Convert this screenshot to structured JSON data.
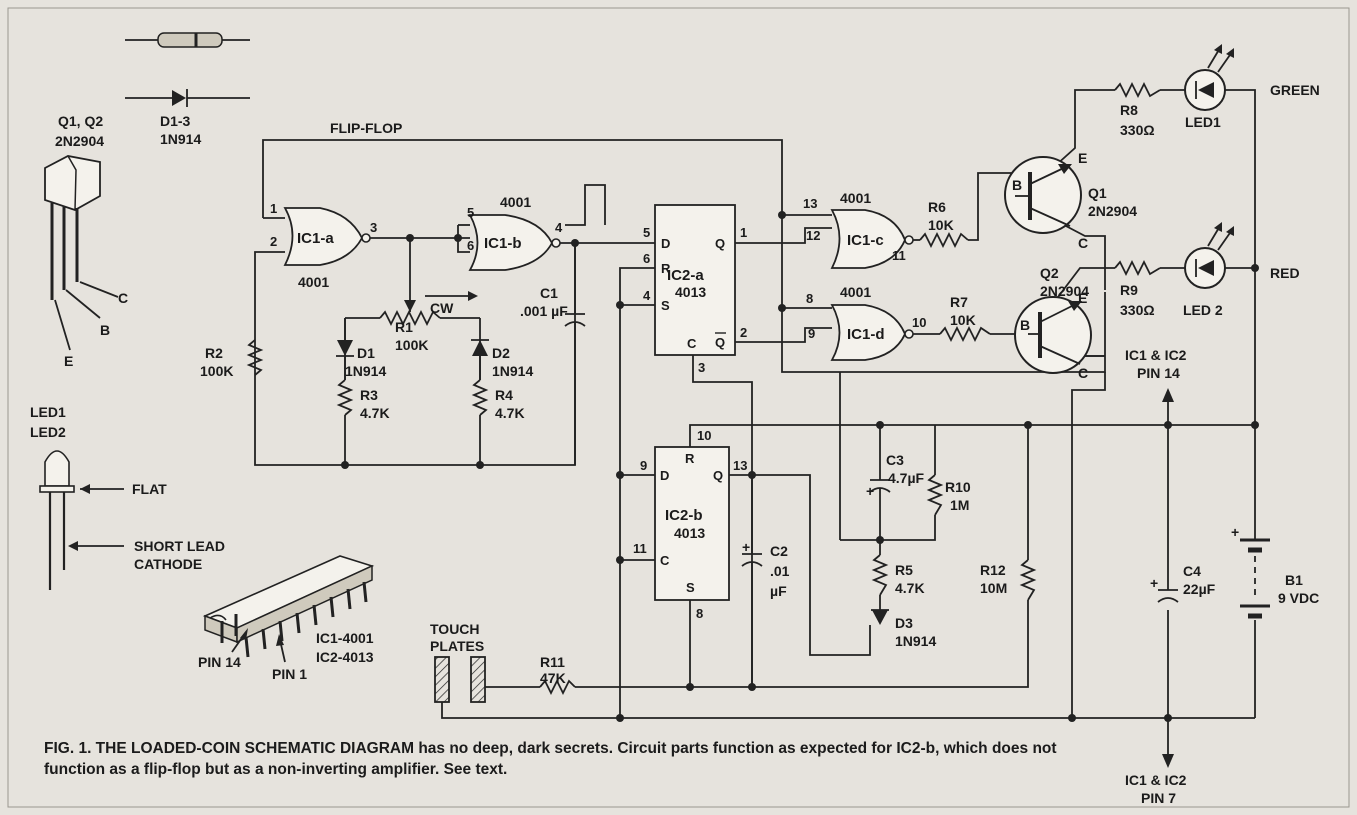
{
  "caption": {
    "lead": "FIG. 1. THE LOADED-COIN SCHEMATIC DIAGRAM",
    "text": "has no deep, dark secrets. Circuit parts function as expected for IC2-b, which does not function as a flip-flop but as a non-inverting amplifier. See text."
  },
  "legend": {
    "transistor_name": "Q1, Q2",
    "transistor_part": "2N2904",
    "diode_name": "D1-3",
    "diode_part": "1N914",
    "pin_e": "E",
    "pin_b": "B",
    "pin_c": "C",
    "led_name1": "LED1",
    "led_name2": "LED2",
    "flat": "FLAT",
    "short_lead": "SHORT LEAD",
    "cathode": "CATHODE",
    "ic_pin14": "PIN 14",
    "ic_pin1": "PIN 1",
    "ic_list1": "IC1-4001",
    "ic_list2": "IC2-4013"
  },
  "labels": {
    "flipflop": "FLIP-FLOP",
    "green": "GREEN",
    "red": "RED",
    "cw": "CW",
    "pwr_top1": "IC1 & IC2",
    "pwr_top2": "PIN 14",
    "pwr_bot1": "IC1 & IC2",
    "pwr_bot2": "PIN 7",
    "touch1": "TOUCH",
    "touch2": "PLATES"
  },
  "gates": {
    "ic1a": "IC1-a",
    "ic1b": "IC1-b",
    "ic1c": "IC1-c",
    "ic1d": "IC1-d",
    "g4001": "4001"
  },
  "chips": {
    "ic2a": "IC2-a",
    "ic2b": "IC2-b",
    "p4013": "4013",
    "D": "D",
    "R": "R",
    "S": "S",
    "Q": "Q",
    "C": "C"
  },
  "components": {
    "R1": "R1",
    "R1v": "100K",
    "R2": "R2",
    "R2v": "100K",
    "R3": "R3",
    "R3v": "4.7K",
    "R4": "R4",
    "R4v": "4.7K",
    "R5": "R5",
    "R5v": "4.7K",
    "R6": "R6",
    "R6v": "10K",
    "R7": "R7",
    "R7v": "10K",
    "R8": "R8",
    "R8v": "330Ω",
    "R9": "R9",
    "R9v": "330Ω",
    "R10": "R10",
    "R10v": "1M",
    "R11": "R11",
    "R11v": "47K",
    "R12": "R12",
    "R12v": "10M",
    "C1": "C1",
    "C1v": ".001 µF",
    "C2": "C2",
    "C2v1": ".01",
    "C2v2": "µF",
    "C3": "C3",
    "C3v": "4.7µF",
    "C4": "C4",
    "C4v": "22µF",
    "D1": "D1",
    "D2": "D2",
    "D3": "D3",
    "Dv": "1N914",
    "Q1": "Q1",
    "Q2": "Q2",
    "Qv": "2N2904",
    "LED1": "LED1",
    "LED2": "LED 2",
    "B1": "B1",
    "B1v": "9 VDC",
    "plus": "+"
  },
  "pins": {
    "p1": "1",
    "p2": "2",
    "p3": "3",
    "p4": "4",
    "p5": "5",
    "p6": "6",
    "p8": "8",
    "p9": "9",
    "p10": "10",
    "p11": "11",
    "p12": "12",
    "p13": "13"
  }
}
